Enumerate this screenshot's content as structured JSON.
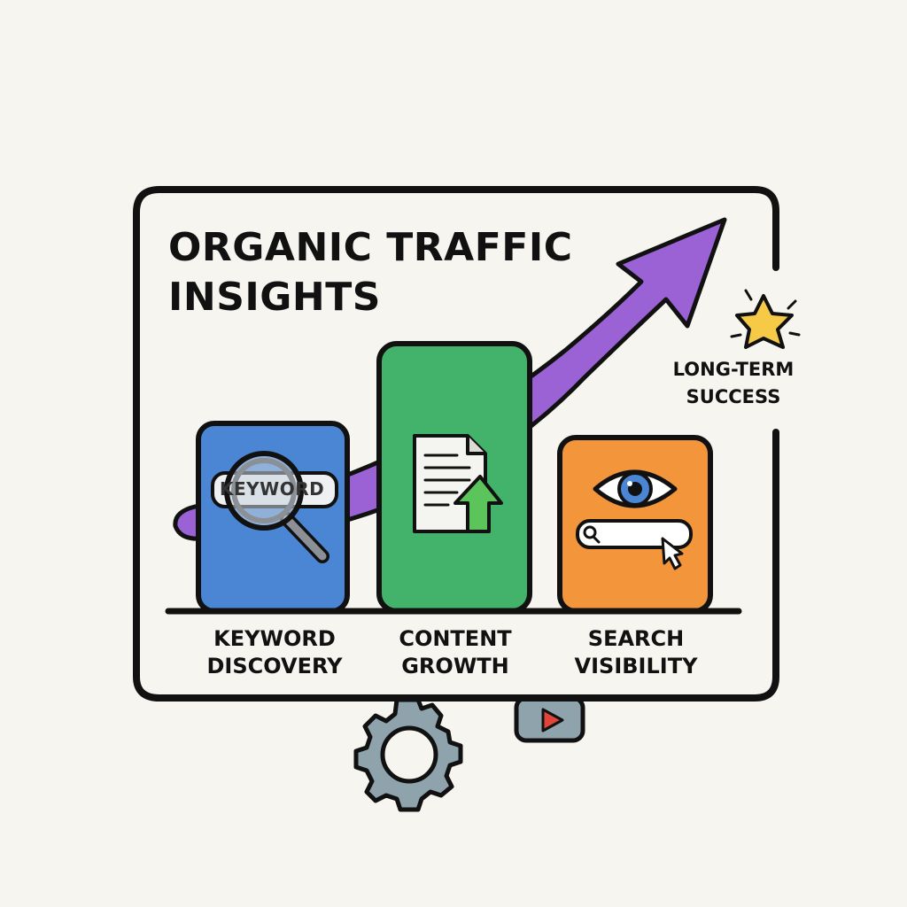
{
  "title": {
    "line1": "ORGANIC TRAFFIC",
    "line2": "INSIGHTS"
  },
  "callout": {
    "line1": "LONG-TERM",
    "line2": "SUCCESS"
  },
  "steps": [
    {
      "line1": "KEYWORD",
      "line2": "DISCOVERY",
      "icon": "magnifier-keyword-icon",
      "color": "#4a86d4"
    },
    {
      "line1": "CONTENT",
      "line2": "GROWTH",
      "icon": "document-growth-icon",
      "color": "#43b26a"
    },
    {
      "line1": "SEARCH",
      "line2": "VISIBILITY",
      "icon": "eye-search-icon",
      "color": "#f3953a"
    }
  ],
  "search_chip_text": "KEYWORD",
  "colors": {
    "background": "#f6f5f0",
    "frame": "#111111",
    "arrow": "#9a62d4",
    "star": "#f6c946",
    "gear": "#8fa3ad",
    "video_play": "#e0453a"
  },
  "icons": [
    "star-icon",
    "gear-icon",
    "video-play-icon"
  ]
}
